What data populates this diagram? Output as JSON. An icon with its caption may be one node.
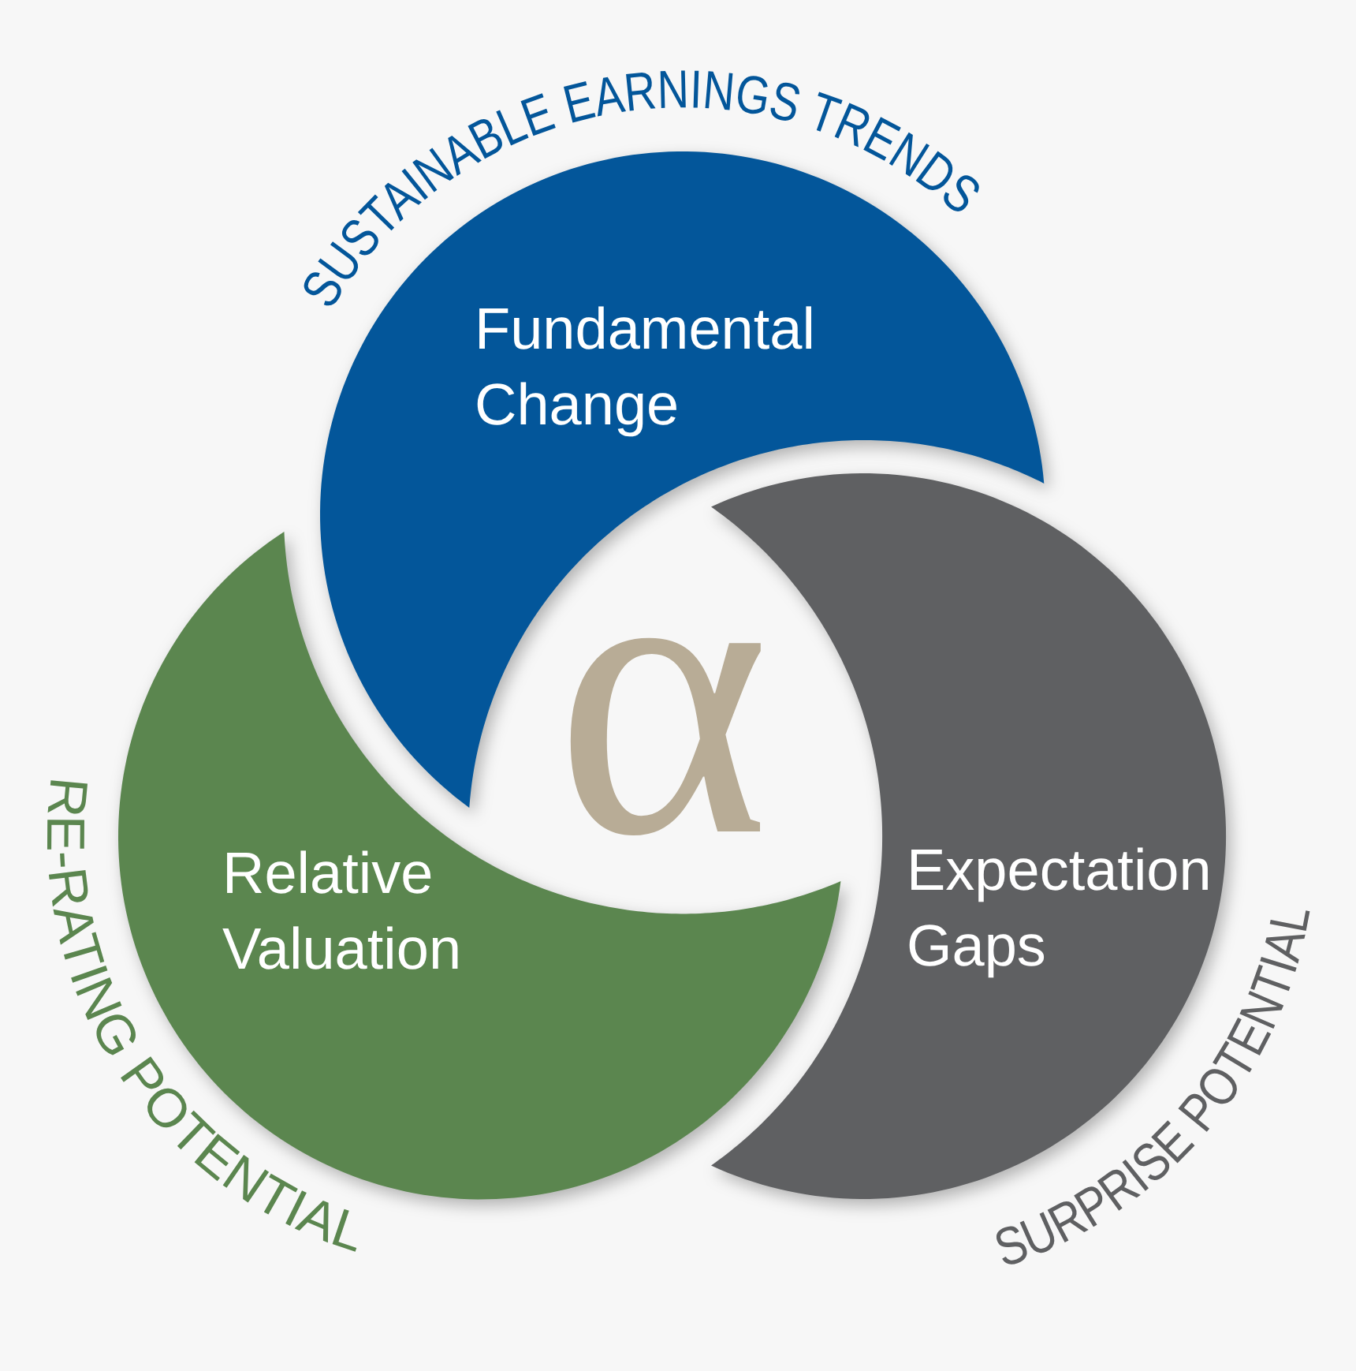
{
  "diagram": {
    "nodes": [
      {
        "text": [
          "SUSTAINABLE EARNINGS TRENDS",
          "Fundamental Change"
        ]
      },
      {
        "text": [
          "RE-RATING POTENTIAL",
          "Relative Valuation"
        ]
      },
      {
        "text": [
          "SURPRISE POTENTIAL",
          "Expectation Gaps"
        ]
      }
    ],
    "labels": [
      "α"
    ]
  }
}
